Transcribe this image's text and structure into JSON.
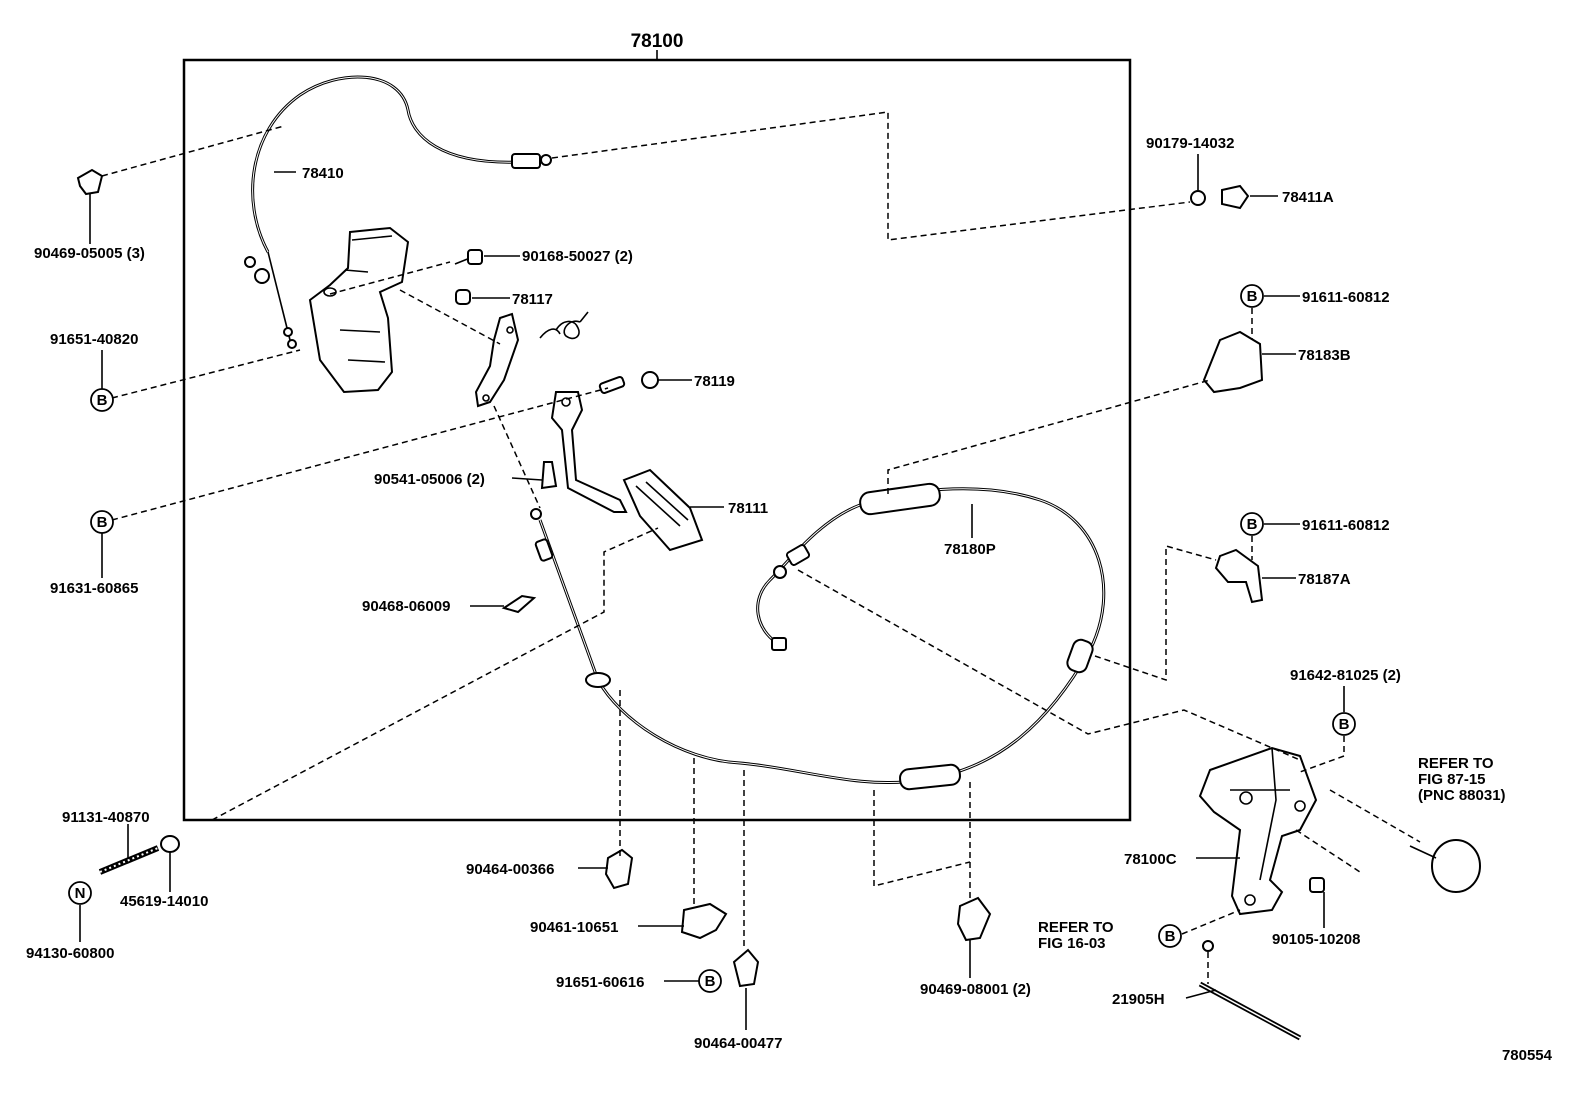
{
  "assembly_number": "78100",
  "figure_number": "780554",
  "parts": {
    "p78410": "78410",
    "p90469_05005": "90469-05005 (3)",
    "p90168_50027": "90168-50027 (2)",
    "p78117": "78117",
    "p91651_40820": "91651-40820",
    "p78119": "78119",
    "p91631_60865": "91631-60865",
    "p90541_05006": "90541-05006 (2)",
    "p78111": "78111",
    "p90468_06009": "90468-06009",
    "p78180P": "78180P",
    "p90179_14032": "90179-14032",
    "p78411A": "78411A",
    "p91611_60812_a": "91611-60812",
    "p78183B": "78183B",
    "p91611_60812_b": "91611-60812",
    "p78187A": "78187A",
    "p91642_81025": "91642-81025 (2)",
    "p78100C": "78100C",
    "p90105_10208": "90105-10208",
    "p21905H": "21905H",
    "p91131_40870": "91131-40870",
    "p45619_14010": "45619-14010",
    "p94130_60800": "94130-60800",
    "p90464_00366": "90464-00366",
    "p90461_10651": "90461-10651",
    "p91651_60616": "91651-60616",
    "p90464_00477": "90464-00477",
    "p90469_08001": "90469-08001 (2)"
  },
  "markers": {
    "b": "B",
    "n": "N"
  },
  "references": {
    "fig87_line1": "REFER TO",
    "fig87_line2": "FIG 87-15",
    "fig87_line3": "(PNC 88031)",
    "fig16_line1": "REFER TO",
    "fig16_line2": "FIG 16-03"
  }
}
